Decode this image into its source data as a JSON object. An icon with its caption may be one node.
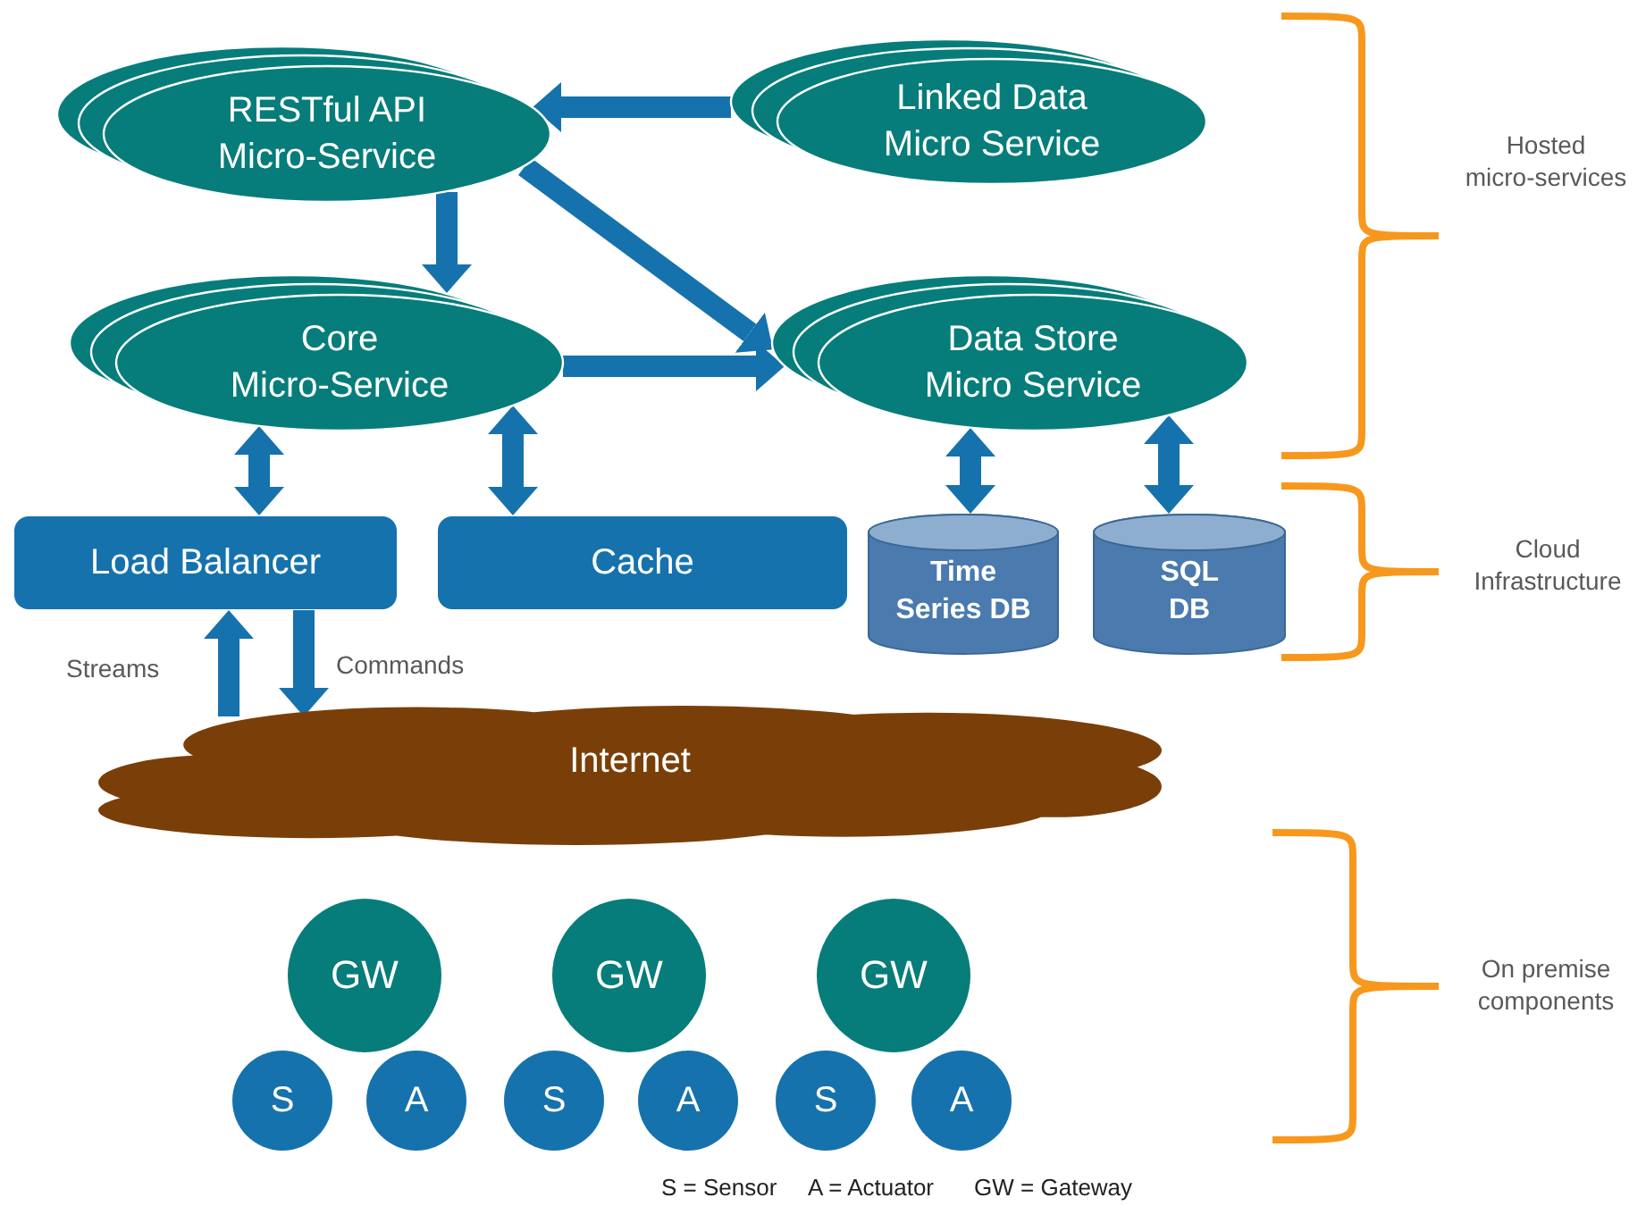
{
  "diagram": {
    "nodes": [
      {
        "text": [
          "RESTful API Micro-Service"
        ]
      },
      {
        "text": [
          "Linked Data Micro Service"
        ]
      },
      {
        "text": [
          "Core Micro-Service"
        ]
      },
      {
        "text": [
          "Data Store Micro Service"
        ]
      },
      {
        "text": [
          "Load Balancer"
        ]
      },
      {
        "text": [
          "Cache"
        ]
      },
      {
        "text": [
          "Time Series DB"
        ]
      },
      {
        "text": [
          "SQL DB"
        ]
      },
      {
        "text": [
          "Internet"
        ]
      },
      {
        "text": [
          "GW"
        ]
      },
      {
        "text": [
          "GW"
        ]
      },
      {
        "text": [
          "GW"
        ]
      },
      {
        "text": [
          "S"
        ]
      },
      {
        "text": [
          "A"
        ]
      },
      {
        "text": [
          "S"
        ]
      },
      {
        "text": [
          "A"
        ]
      },
      {
        "text": [
          "S"
        ]
      },
      {
        "text": [
          "A"
        ]
      }
    ],
    "edges": [
      {
        "from": 1,
        "to": 0,
        "arrow": "to"
      },
      {
        "from": 0,
        "to": 2,
        "arrow": "to"
      },
      {
        "from": 0,
        "to": 3,
        "arrow": "to"
      },
      {
        "from": 2,
        "to": 3,
        "arrow": "to"
      },
      {
        "from": 2,
        "to": 4,
        "arrow": "both"
      },
      {
        "from": 2,
        "to": 5,
        "arrow": "both"
      },
      {
        "from": 3,
        "to": 6,
        "arrow": "both"
      },
      {
        "from": 3,
        "to": 7,
        "arrow": "both"
      },
      {
        "from": 8,
        "to": 4,
        "arrow": "to",
        "label": "Streams"
      },
      {
        "from": 4,
        "to": 8,
        "arrow": "to",
        "label": "Commands"
      }
    ],
    "labels": [
      "Hosted micro-services",
      "Cloud Infrastructure",
      "On premise components",
      "S = Sensor",
      "A = Actuator",
      "GW = Gateway"
    ]
  }
}
